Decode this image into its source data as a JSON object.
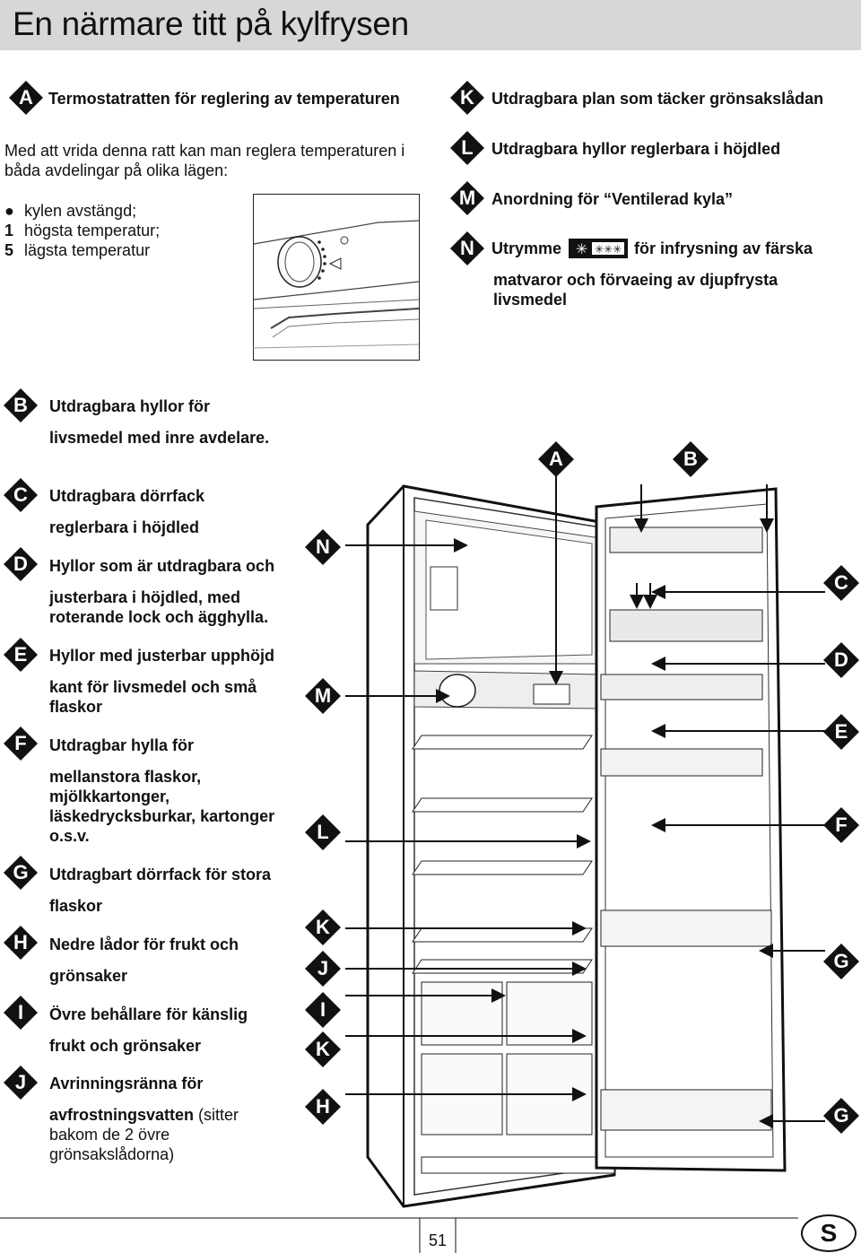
{
  "page": {
    "title": "En närmare titt på kylfrysen",
    "page_number": "51",
    "country_badge": "S"
  },
  "thermostat": {
    "letter": "A",
    "heading": "Termostatratten för reglering av temperaturen",
    "intro_line1": "Med att vrida denna ratt kan man reglera temperaturen i",
    "intro_line2": "båda avdelingar på olika lägen:",
    "legend": [
      {
        "key": "●",
        "text": "kylen avstängd;"
      },
      {
        "key": "1",
        "text": "högsta temperatur;"
      },
      {
        "key": "5",
        "text": "lägsta temperatur"
      }
    ]
  },
  "right_items": [
    {
      "letter": "K",
      "text": "Utdragbara plan som täcker grönsakslådan"
    },
    {
      "letter": "L",
      "text": "Utdragbara hyllor reglerbara i höjdled"
    },
    {
      "letter": "M",
      "text": "Anordning för “Ventilerad kyla”"
    },
    {
      "letter": "N",
      "text_before": "Utrymme",
      "text_after": "för infrysning av färska",
      "line2": "matvaror och förvaeing av djupfrysta",
      "line3": "livsmedel"
    }
  ],
  "left_items": [
    {
      "letter": "B",
      "line1": "Utdragbara hyllor för",
      "line2": "livsmedel med inre avdelare."
    },
    {
      "letter": "C",
      "line1": "Utdragbara dörrfack",
      "line2": "reglerbara i höjdled"
    },
    {
      "letter": "D",
      "line1": "Hyllor som är utdragbara och",
      "line2": "justerbara i höjdled, med",
      "line3": "roterande lock och ägghylla."
    },
    {
      "letter": "E",
      "line1": "Hyllor med justerbar upphöjd",
      "line2": "kant för livsmedel och små",
      "line3": "flaskor"
    },
    {
      "letter": "F",
      "line1": "Utdragbar hylla för",
      "line2": "mellanstora flaskor,",
      "line3": "mjölkkartonger,",
      "line4": "läskedrycksburkar, kartonger",
      "line5": "o.s.v."
    },
    {
      "letter": "G",
      "line1": "Utdragbart dörrfack för stora",
      "line2": "flaskor"
    },
    {
      "letter": "H",
      "line1": "Nedre lådor för frukt och",
      "line2": "grönsaker"
    },
    {
      "letter": "I",
      "line1": "Övre behållare för känslig",
      "line2": "frukt och grönsaker"
    },
    {
      "letter": "J",
      "line1": "Avrinningsränna för",
      "line2_bold": "avfrostningsvatten",
      "line2_rest": " (sitter",
      "line3": "bakom de 2 övre",
      "line4": "grönsakslådorna)"
    }
  ],
  "diagram_labels": {
    "top_A": "A",
    "top_B": "B",
    "left_N": "N",
    "left_M": "M",
    "left_L": "L",
    "left_K1": "K",
    "left_J": "J",
    "left_I": "I",
    "left_K2": "K",
    "left_H": "H",
    "right_C": "C",
    "right_D": "D",
    "right_E": "E",
    "right_F": "F",
    "right_G1": "G",
    "right_G2": "G"
  }
}
